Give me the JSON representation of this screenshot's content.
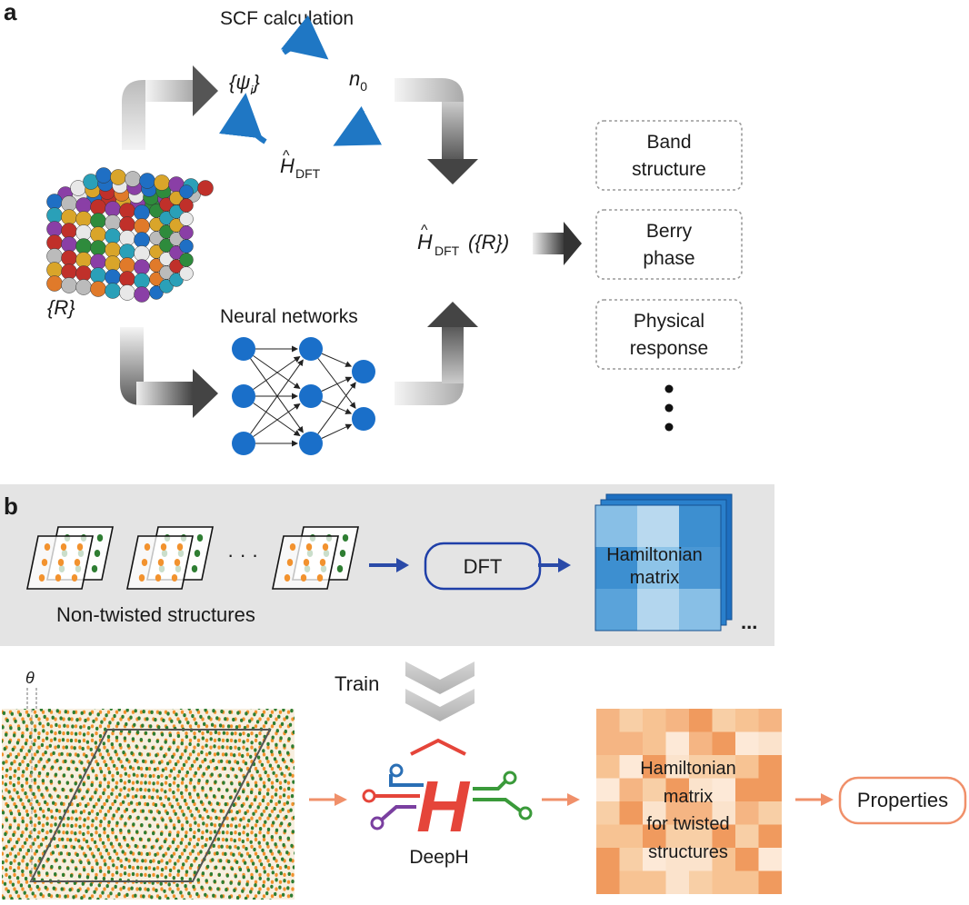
{
  "panel_a": {
    "panel_letter": "a",
    "scf": {
      "title": "SCF calculation",
      "psi_label": "{ψ",
      "psi_sub": "i",
      "psi_close": "}",
      "density_label": "n",
      "density_sub": "0",
      "hamiltonian_label": "H",
      "hamiltonian_hat": "^",
      "hamiltonian_sub": "DFT"
    },
    "structure_label": "{R}",
    "nn_title": "Neural networks",
    "result": {
      "label": "H",
      "hat": "^",
      "sub": "DFT",
      "args": "({R})"
    },
    "outputs": [
      {
        "line1": "Band",
        "line2": "structure"
      },
      {
        "line1": "Berry",
        "line2": "phase"
      },
      {
        "line1": "Physical",
        "line2": "response"
      }
    ],
    "more_dots": "⋮",
    "colors": {
      "cycle_arrow": "#1f77c4",
      "node": "#1a6fc9"
    }
  },
  "panel_b": {
    "panel_letter": "b",
    "nontwisted_label": "Non-twisted structures",
    "ellipsis": "· · ·",
    "dft_label": "DFT",
    "matrix_line1": "Hamiltonian",
    "matrix_line2": "matrix",
    "matrix_more": "...",
    "train_label": "Train",
    "theta_label": "θ",
    "deeph_label": "DeepH",
    "deeph_letter": "H",
    "twisted_matrix_lines": [
      "Hamiltonian",
      "matrix",
      "for twisted",
      "structures"
    ],
    "properties_label": "Properties",
    "colors": {
      "band_bg": "#e4e4e4",
      "dft_border": "#1f3fa8",
      "arrow_blue": "#2a4aa8",
      "arrow_orange": "#f0906a",
      "deeph_red": "#e5453a",
      "dot_orange": "#f2922e",
      "dot_green": "#2e7d32"
    }
  }
}
